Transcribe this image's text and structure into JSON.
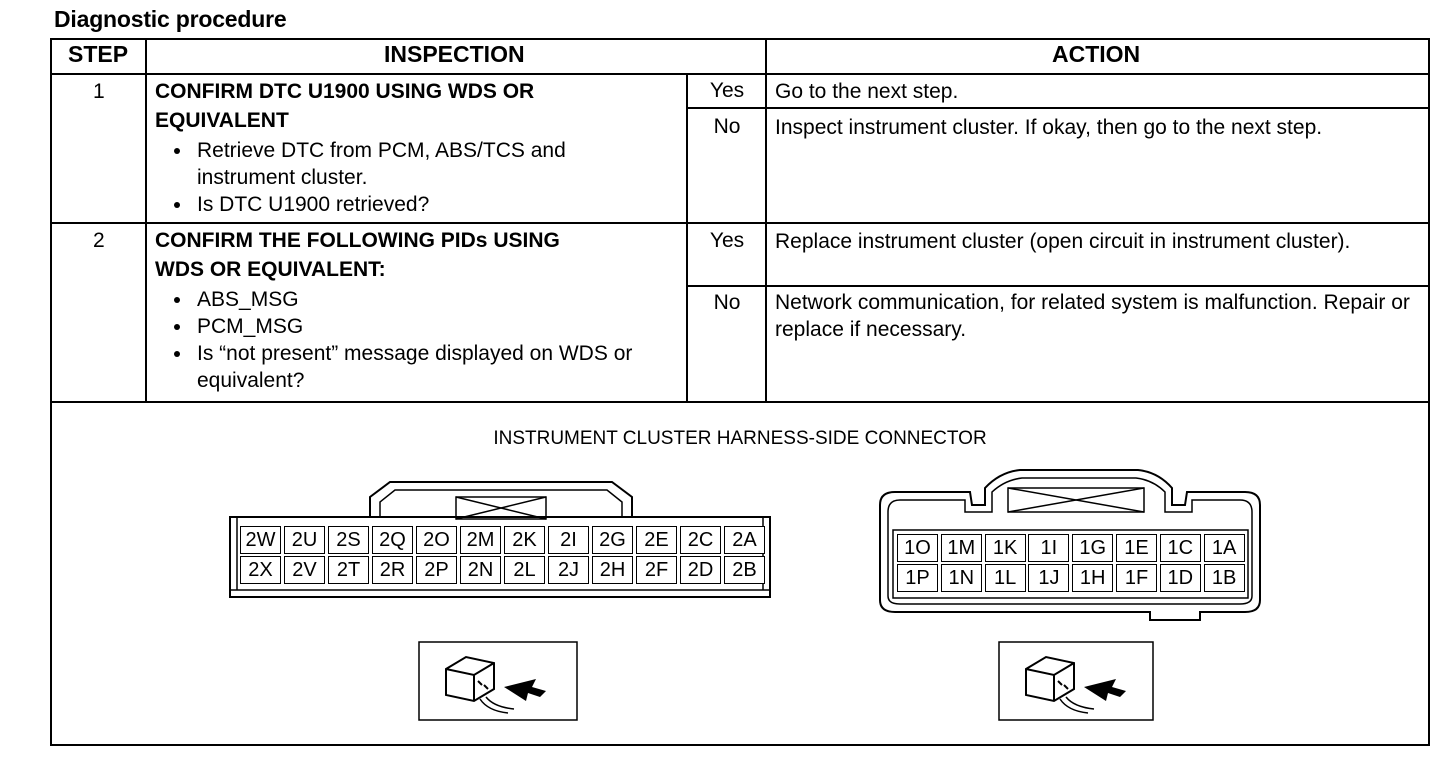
{
  "title": "Diagnostic procedure",
  "headers": {
    "step": "STEP",
    "inspection": "INSPECTION",
    "action": "ACTION"
  },
  "rows": [
    {
      "step": "1",
      "inspection_title_1": "CONFIRM DTC U1900 USING WDS OR",
      "inspection_title_2": "EQUIVALENT",
      "bullets": [
        "Retrieve DTC from PCM, ABS/TCS and instrument cluster.",
        "Is DTC U1900 retrieved?"
      ],
      "yes_label": "Yes",
      "yes_action": "Go to the next step.",
      "no_label": "No",
      "no_action": "Inspect instrument cluster. If okay, then go to the next step."
    },
    {
      "step": "2",
      "inspection_title_1": "CONFIRM THE FOLLOWING PIDs USING",
      "inspection_title_2": "WDS OR EQUIVALENT:",
      "bullets": [
        "ABS_MSG",
        "PCM_MSG",
        "Is “not present” message displayed on WDS or equivalent?"
      ],
      "yes_label": "Yes",
      "yes_action": "Replace instrument cluster (open circuit in instrument cluster).",
      "no_label": "No",
      "no_action": "Network communication, for related system is malfunction. Repair or replace if necessary."
    }
  ],
  "diagram": {
    "title": "INSTRUMENT CLUSTER HARNESS-SIDE CONNECTOR",
    "connector2_top": [
      "2W",
      "2U",
      "2S",
      "2Q",
      "2O",
      "2M",
      "2K",
      "2I",
      "2G",
      "2E",
      "2C",
      "2A"
    ],
    "connector2_bottom": [
      "2X",
      "2V",
      "2T",
      "2R",
      "2P",
      "2N",
      "2L",
      "2J",
      "2H",
      "2F",
      "2D",
      "2B"
    ],
    "connector1_top": [
      "1O",
      "1M",
      "1K",
      "1I",
      "1G",
      "1E",
      "1C",
      "1A"
    ],
    "connector1_bottom": [
      "1P",
      "1N",
      "1L",
      "1J",
      "1H",
      "1F",
      "1D",
      "1B"
    ]
  }
}
